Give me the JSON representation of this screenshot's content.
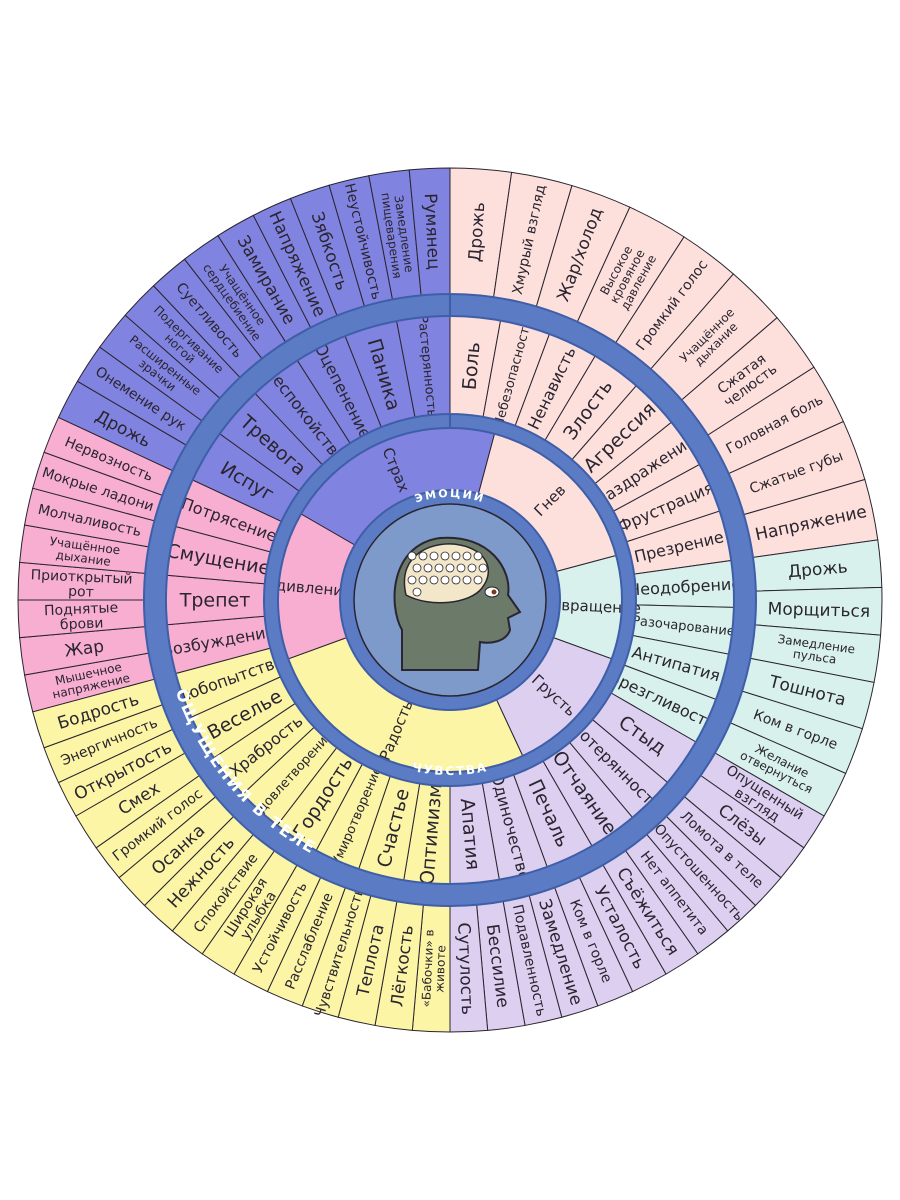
{
  "ring_titles": {
    "emotions": "ЭМОЦИИ",
    "feelings": "ЧУВСТВА",
    "sensations": "ОЩУЩЕНИЯ В ТЕЛЕ"
  },
  "colors": {
    "fear": "#8183e0",
    "anger": "#fde0dc",
    "disgust": "#d8f1ec",
    "sadness": "#dccff0",
    "joy": "#fbf5a5",
    "surprise": "#f7aed0",
    "ring_band": "#5b7cc4",
    "ring_band_dark": "#3f5ea8",
    "head": "#6c7a6a",
    "center": "#7d9acb"
  },
  "center_icon": "head-brain-icon",
  "emotions": [
    {
      "key": "fear",
      "label": "Страх"
    },
    {
      "key": "anger",
      "label": "Гнев"
    },
    {
      "key": "disgust",
      "label": "Отвращение"
    },
    {
      "key": "sadness",
      "label": "Грусть"
    },
    {
      "key": "joy",
      "label": "Радость"
    },
    {
      "key": "surprise",
      "label": "Удивление"
    }
  ],
  "feelings": {
    "anger": [
      "Боль",
      "Небезопасность",
      "Ненависть",
      "Злость",
      "Агрессия",
      "Раздражение",
      "Фрустрация",
      "Презрение"
    ],
    "disgust": [
      "Неодобрение",
      "Разочарование",
      "Антипатия",
      "Брезгливость"
    ],
    "sadness": [
      "Стыд",
      "Потерянность",
      "Отчаяние",
      "Печаль",
      "Одиночество",
      "Апатия"
    ],
    "joy": [
      "Оптимизм",
      "Счастье",
      "Умиротворение",
      "Гордость",
      "Удовлетворение",
      "Храбрость",
      "Веселье",
      "Любопытство"
    ],
    "surprise": [
      "Возбуждение",
      "Трепет",
      "Смущение",
      "Потрясение"
    ],
    "fear": [
      "Испуг",
      "Тревога",
      "Беспокойство",
      "Оцепенение",
      "Паника",
      "Растерянность"
    ]
  },
  "sensations": {
    "anger": [
      "Дрожь",
      "Хмурый взгляд",
      "Жар/холод",
      "Высокое кровяное давление",
      "Громкий голос",
      "Учащённое дыхание",
      "Сжатая челюсть",
      "Головная боль",
      "Сжатые губы",
      "Напряжение"
    ],
    "disgust": [
      "Дрожь",
      "Морщиться",
      "Замедление пульса",
      "Тошнота",
      "Ком в горле",
      "Желание отвернуться"
    ],
    "sadness": [
      "Опущенный взгляд",
      "Слёзы",
      "Ломота в теле",
      "Опустошенность",
      "Нет аппетита",
      "Съёжиться",
      "Усталость",
      "Ком в горле",
      "Замедление",
      "Подавленность",
      "Бессилие",
      "Сутулость"
    ],
    "joy": [
      "«Бабочки» в животе",
      "Лёгкость",
      "Теплота",
      "Чувствительность",
      "Расслабление",
      "Устойчивость",
      "Широкая улыбка",
      "Спокойствие",
      "Нежность",
      "Осанка",
      "Громкий голос",
      "Смех",
      "Открытость",
      "Энергичность",
      "Бодрость"
    ],
    "surprise": [
      "Мышечное напряжение",
      "Жар",
      "Поднятые брови",
      "Приоткрытый рот",
      "Учащённое дыхание",
      "Молчаливость",
      "Мокрые ладони",
      "Нервозность"
    ],
    "fear": [
      "Дрожь",
      "Онемение рук",
      "Расширенные зрачки",
      "Подергивание ногой",
      "Суетливость",
      "Учащённое сердцебиение",
      "Замирание",
      "Напряжение",
      "Зябкость",
      "Неустойчивость",
      "Замедление пищеварения",
      "Румянец"
    ]
  }
}
